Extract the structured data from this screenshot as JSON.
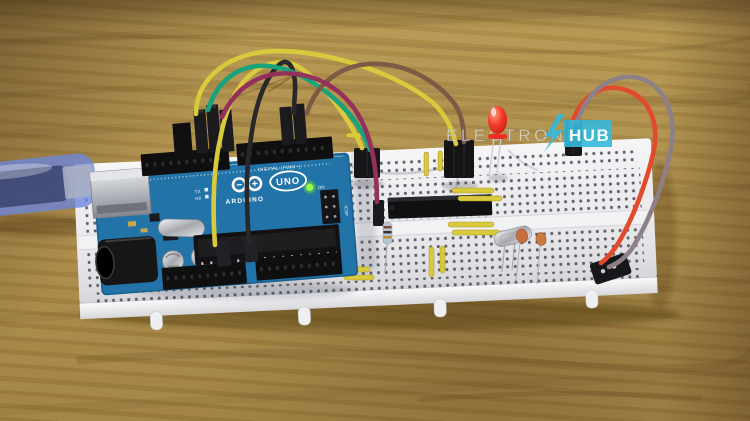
{
  "watermark": {
    "left": "ELECTRONICS",
    "right": "HUB",
    "accent": "#35b9da",
    "left_color": "rgba(255,255,255,0.55)"
  },
  "arduino": {
    "brand": "ARDUINO",
    "model": "UNO",
    "digital_label": "DIGITAL (PWM~)",
    "tx": "TX",
    "rx": "RX",
    "on": "ON",
    "icsp": "ICSP",
    "pcb_color": "#2173a8"
  },
  "colors": {
    "wood": "#ab8b47",
    "breadboard": "#ebebee",
    "wire_yellow": "#d9c93c",
    "wire_green": "#17a37e",
    "wire_black": "#28282a",
    "wire_maroon": "#93305c",
    "wire_brown": "#7c5a45",
    "wire_red": "#e24a2b",
    "wire_gray": "#8d8087",
    "led_red": "#ed2f24",
    "power_led_green": "#9cff48",
    "usb_cable_blue": "#6b86dd",
    "ic_black": "#101012"
  }
}
